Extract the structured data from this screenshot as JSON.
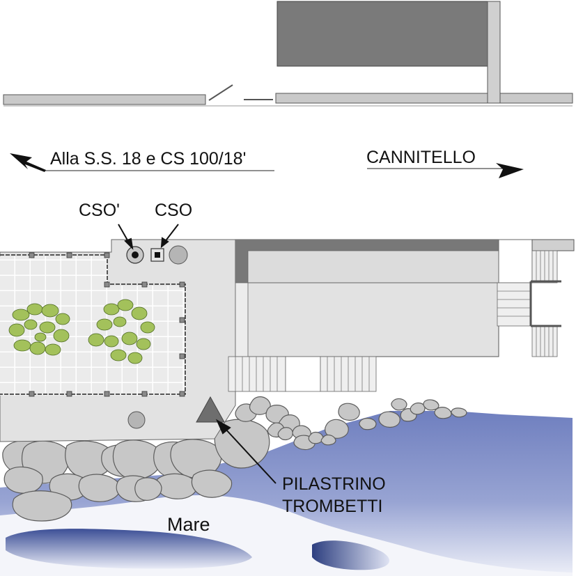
{
  "labels": {
    "direction_left": "Alla S.S. 18 e CS 100/18'",
    "direction_right": "CANNITELLO",
    "cso_prime": "CSO'",
    "cso": "CSO",
    "pilastrino_line1": "PILASTRINO",
    "pilastrino_line2": "TROMBETTI",
    "sea": "Mare"
  },
  "colors": {
    "pavement": "#e2e2e2",
    "building_dark": "#7a7a7a",
    "road_edge": "#bdbdbd",
    "sea": "#6f7fbf",
    "sea_light": "#c9d0ea",
    "rock": "#c4c4c4",
    "shrub": "#9bbb55",
    "marker": "#6e6e6e"
  },
  "icons": {
    "left_arrow": "arrow-up-left-icon",
    "right_arrow": "arrow-right-icon",
    "benchmark": "triangle-icon",
    "pointer": "arrow-icon"
  }
}
